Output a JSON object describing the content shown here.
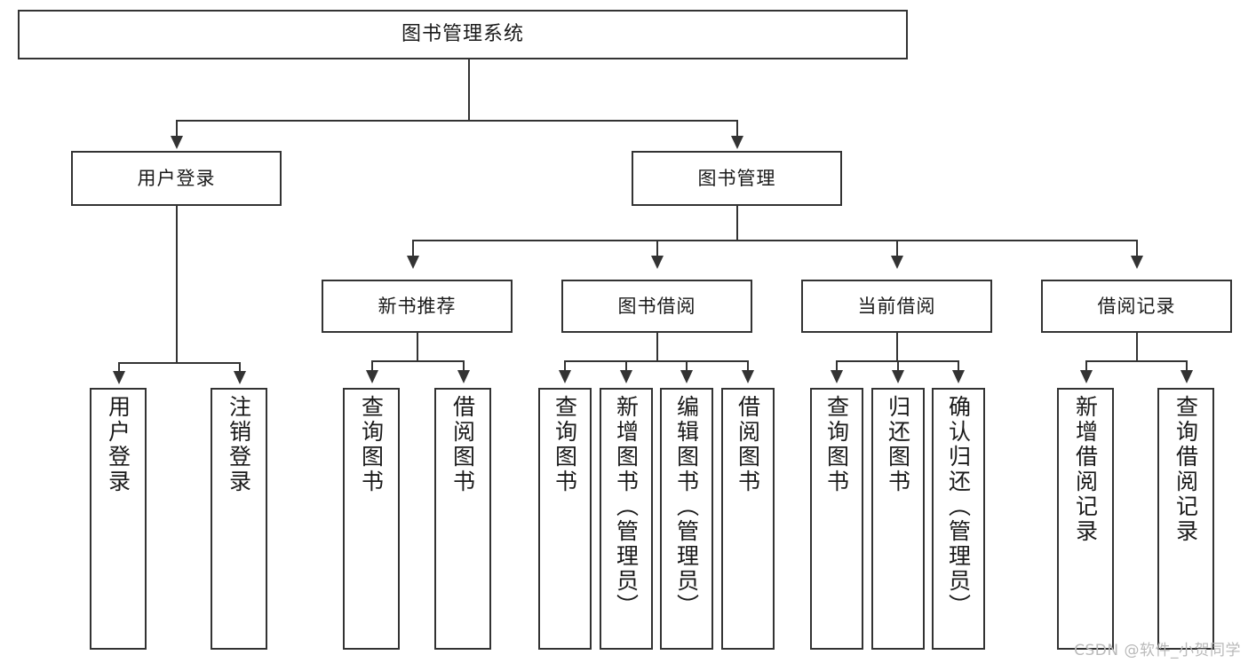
{
  "diagram": {
    "title": "图书管理系统",
    "watermark": "CSDN @软件_小贺同学",
    "levels": {
      "root": {
        "label": "图书管理系统"
      },
      "level2": [
        {
          "label": "用户登录"
        },
        {
          "label": "图书管理"
        }
      ],
      "level3": [
        {
          "label": "新书推荐"
        },
        {
          "label": "图书借阅"
        },
        {
          "label": "当前借阅"
        },
        {
          "label": "借阅记录"
        }
      ],
      "leaves": [
        {
          "label": "用户登录"
        },
        {
          "label": "注销登录"
        },
        {
          "label": "查询图书"
        },
        {
          "label": "借阅图书"
        },
        {
          "label": "查询图书"
        },
        {
          "label": "新增图书（管理员）"
        },
        {
          "label": "编辑图书（管理员）"
        },
        {
          "label": "借阅图书"
        },
        {
          "label": "查询图书"
        },
        {
          "label": "归还图书"
        },
        {
          "label": "确认归还（管理员）"
        },
        {
          "label": "新增借阅记录"
        },
        {
          "label": "查询借阅记录"
        }
      ]
    }
  },
  "chart_data": {
    "type": "diagram",
    "title": "图书管理系统",
    "structure": "tree",
    "nodes": [
      {
        "id": "root",
        "label": "图书管理系统",
        "level": 0,
        "parent": null
      },
      {
        "id": "n1",
        "label": "用户登录",
        "level": 1,
        "parent": "root"
      },
      {
        "id": "n2",
        "label": "图书管理",
        "level": 1,
        "parent": "root"
      },
      {
        "id": "n1a",
        "label": "用户登录",
        "level": 2,
        "parent": "n1"
      },
      {
        "id": "n1b",
        "label": "注销登录",
        "level": 2,
        "parent": "n1"
      },
      {
        "id": "n2a",
        "label": "新书推荐",
        "level": 2,
        "parent": "n2"
      },
      {
        "id": "n2b",
        "label": "图书借阅",
        "level": 2,
        "parent": "n2"
      },
      {
        "id": "n2c",
        "label": "当前借阅",
        "level": 2,
        "parent": "n2"
      },
      {
        "id": "n2d",
        "label": "借阅记录",
        "level": 2,
        "parent": "n2"
      },
      {
        "id": "n2a1",
        "label": "查询图书",
        "level": 3,
        "parent": "n2a"
      },
      {
        "id": "n2a2",
        "label": "借阅图书",
        "level": 3,
        "parent": "n2a"
      },
      {
        "id": "n2b1",
        "label": "查询图书",
        "level": 3,
        "parent": "n2b"
      },
      {
        "id": "n2b2",
        "label": "新增图书（管理员）",
        "level": 3,
        "parent": "n2b"
      },
      {
        "id": "n2b3",
        "label": "编辑图书（管理员）",
        "level": 3,
        "parent": "n2b"
      },
      {
        "id": "n2b4",
        "label": "借阅图书",
        "level": 3,
        "parent": "n2b"
      },
      {
        "id": "n2c1",
        "label": "查询图书",
        "level": 3,
        "parent": "n2c"
      },
      {
        "id": "n2c2",
        "label": "归还图书",
        "level": 3,
        "parent": "n2c"
      },
      {
        "id": "n2c3",
        "label": "确认归还（管理员）",
        "level": 3,
        "parent": "n2c"
      },
      {
        "id": "n2d1",
        "label": "新增借阅记录",
        "level": 3,
        "parent": "n2d"
      },
      {
        "id": "n2d2",
        "label": "查询借阅记录",
        "level": 3,
        "parent": "n2d"
      }
    ],
    "colors": {
      "stroke": "#333333",
      "fill": "#ffffff",
      "text": "#1a1a1a",
      "watermark": "#b9b9b9"
    }
  }
}
